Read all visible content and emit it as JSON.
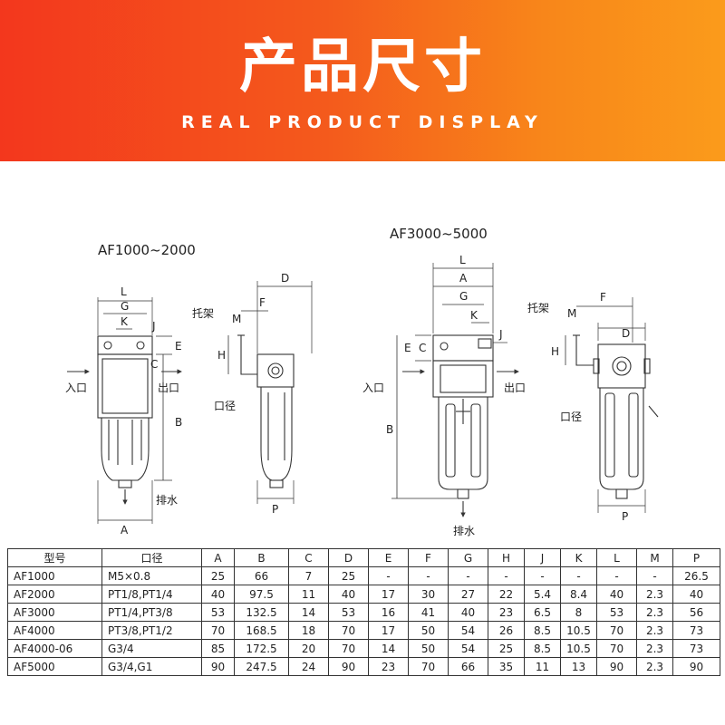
{
  "banner": {
    "title": "产品尺寸",
    "subtitle": "REAL PRODUCT DISPLAY",
    "gradient_start": "#f3371d",
    "gradient_end": "#fb9b1b"
  },
  "drawings": {
    "left": {
      "title": "AF1000~2000",
      "labels": {
        "L": "L",
        "G": "G",
        "K": "K",
        "J": "J",
        "E": "E",
        "C": "C",
        "B": "B",
        "A": "A",
        "D": "D",
        "F": "F",
        "M": "M",
        "H": "H",
        "P": "P",
        "bracket": "托架",
        "inlet": "入口",
        "outlet": "出口",
        "port": "口径",
        "drain": "排水"
      }
    },
    "right": {
      "title": "AF3000~5000",
      "labels": {
        "L": "L",
        "A": "A",
        "G": "G",
        "K": "K",
        "J": "J",
        "E": "E",
        "C": "C",
        "B": "B",
        "D": "D",
        "F": "F",
        "M": "M",
        "H": "H",
        "P": "P",
        "bracket": "托架",
        "inlet": "入口",
        "outlet": "出口",
        "port": "口径",
        "drain": "排水"
      }
    }
  },
  "table": {
    "headers": [
      "型号",
      "口径",
      "A",
      "B",
      "C",
      "D",
      "E",
      "F",
      "G",
      "H",
      "J",
      "K",
      "L",
      "M",
      "P"
    ],
    "rows": [
      [
        "AF1000",
        "M5×0.8",
        "25",
        "66",
        "7",
        "25",
        "-",
        "-",
        "-",
        "-",
        "-",
        "-",
        "-",
        "-",
        "26.5"
      ],
      [
        "AF2000",
        "PT1/8,PT1/4",
        "40",
        "97.5",
        "11",
        "40",
        "17",
        "30",
        "27",
        "22",
        "5.4",
        "8.4",
        "40",
        "2.3",
        "40"
      ],
      [
        "AF3000",
        "PT1/4,PT3/8",
        "53",
        "132.5",
        "14",
        "53",
        "16",
        "41",
        "40",
        "23",
        "6.5",
        "8",
        "53",
        "2.3",
        "56"
      ],
      [
        "AF4000",
        "PT3/8,PT1/2",
        "70",
        "168.5",
        "18",
        "70",
        "17",
        "50",
        "54",
        "26",
        "8.5",
        "10.5",
        "70",
        "2.3",
        "73"
      ],
      [
        "AF4000-06",
        "G3/4",
        "85",
        "172.5",
        "20",
        "70",
        "14",
        "50",
        "54",
        "25",
        "8.5",
        "10.5",
        "70",
        "2.3",
        "73"
      ],
      [
        "AF5000",
        "G3/4,G1",
        "90",
        "247.5",
        "24",
        "90",
        "23",
        "70",
        "66",
        "35",
        "11",
        "13",
        "90",
        "2.3",
        "90"
      ]
    ]
  }
}
